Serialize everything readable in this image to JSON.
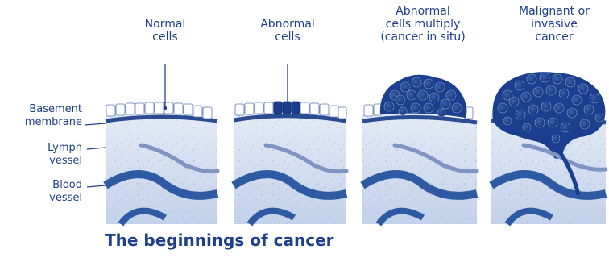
{
  "title": "The beginnings of cancer",
  "stages": [
    {
      "label": "Normal\ncells"
    },
    {
      "label": "Abnormal\ncells"
    },
    {
      "label": "Abnormal\ncells multiply\n(cancer in situ)"
    },
    {
      "label": "Malignant or\ninvasive\ncancer"
    }
  ],
  "side_labels": {
    "basement": "Basement\nmembrane",
    "lymph": "Lymph\nvessel",
    "blood": "Blood\nvessel"
  },
  "colors": {
    "text": "#1f3f8a",
    "tissue": "#d6e0f0",
    "tissue_shade": "#b9c9e3",
    "membrane": "#2a4c93",
    "blood_vessel": "#2e5aa3",
    "lymph_vessel": "#7e95c4",
    "tumor": "#1b3f8e"
  }
}
